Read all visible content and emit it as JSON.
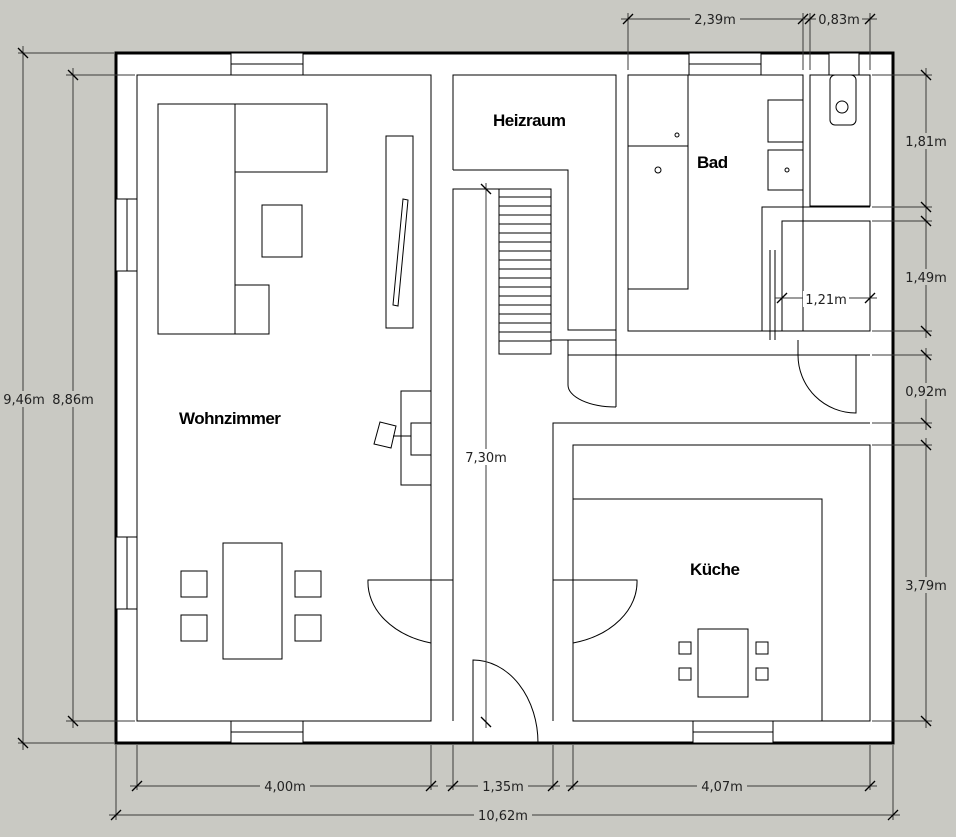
{
  "rooms": {
    "wohnzimmer": "Wohnzimmer",
    "heizraum": "Heizraum",
    "bad": "Bad",
    "kueche": "Küche"
  },
  "dimensions": {
    "bottom_left": "4,00m",
    "bottom_middle": "1,35m",
    "bottom_right": "4,07m",
    "bottom_total": "10,62m",
    "left_outer": "9,46m",
    "left_inner": "8,86m",
    "top_left": "2,39m",
    "top_right": "0,83m",
    "right_1": "1,81m",
    "right_2": "1,49m",
    "right_3": "0,92m",
    "right_4": "3,79m",
    "stair": "7,30m",
    "bath_inner": "1,21m"
  }
}
